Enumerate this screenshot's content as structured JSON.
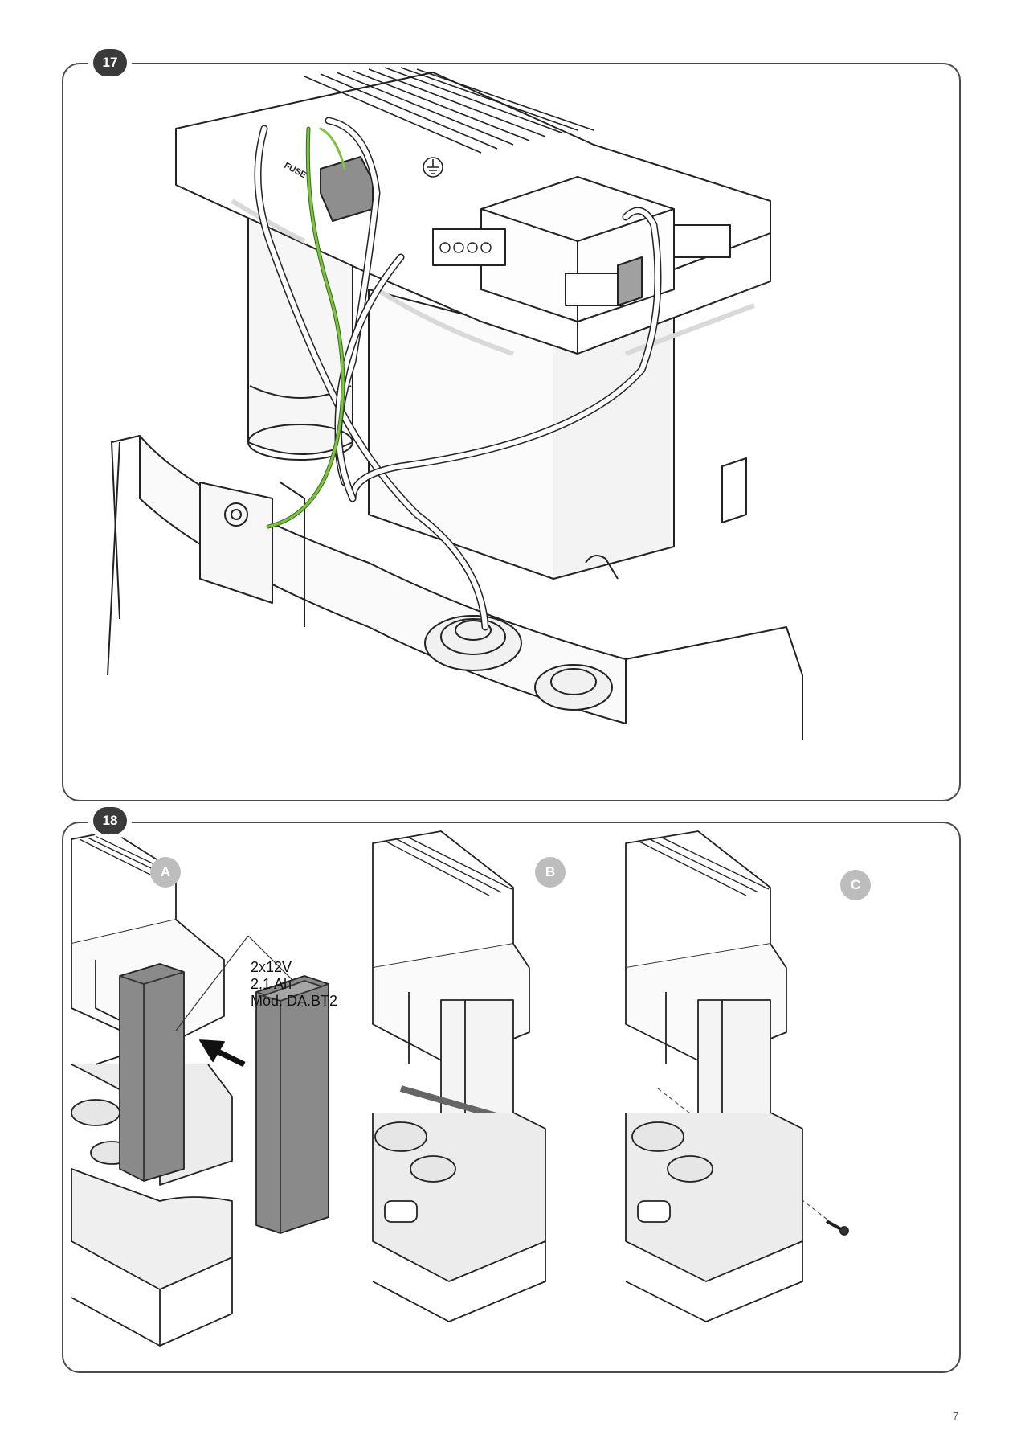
{
  "figures": [
    {
      "badge": "17"
    },
    {
      "badge": "18",
      "panels": [
        "A",
        "B",
        "C"
      ]
    }
  ],
  "battery_spec": {
    "line1": "2x12V",
    "line2": "2,1 Ah",
    "line3": "Mod. DA.BT2"
  },
  "fuse_label": "FUSE",
  "page_number": "7",
  "colors": {
    "frame": "#4a4a4a",
    "badge": "#3a3a3a",
    "panel_letter": "#bdbdbd",
    "battery": "#8a8a8a",
    "ground_wire": "#7dc242",
    "casing": "#ececec"
  }
}
